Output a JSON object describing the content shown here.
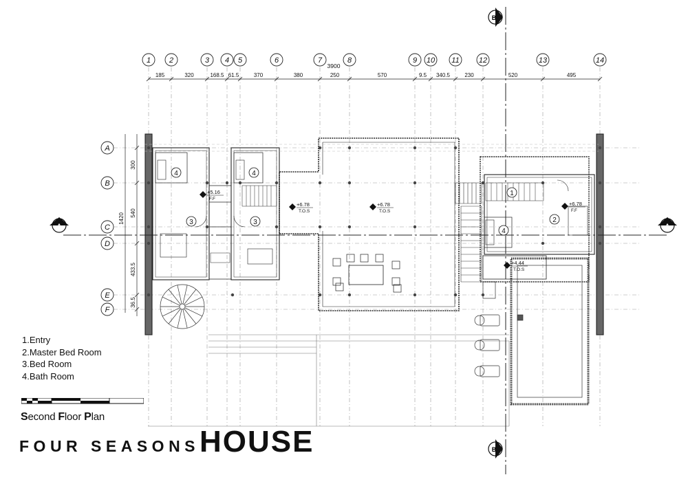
{
  "grid_columns": [
    "1",
    "2",
    "3",
    "4",
    "5",
    "6",
    "7",
    "8",
    "9",
    "10",
    "11",
    "12",
    "13",
    "14"
  ],
  "grid_rows": [
    "A",
    "B",
    "C",
    "D",
    "E",
    "F"
  ],
  "overall_dimension": "3900",
  "column_dimensions": [
    "185",
    "320",
    "168.5",
    "61.5",
    "370",
    "380",
    "250",
    "570",
    "9.5",
    "340.5",
    "230",
    "520",
    "495"
  ],
  "row_overall_dimension": "1420",
  "row_dimensions": [
    "300",
    "540",
    "433.5",
    "36.5"
  ],
  "section_markers": {
    "a": "A",
    "b": "B"
  },
  "levels": [
    {
      "value": "+5.16",
      "note": "F.F"
    },
    {
      "value": "+6.78",
      "note": "T.O.S"
    },
    {
      "value": "+6.78",
      "note": "T.O.S"
    },
    {
      "value": "+6.78",
      "note": "F.F"
    },
    {
      "value": "+4.44",
      "note": "T.O.S"
    }
  ],
  "room_tags": [
    "4",
    "4",
    "3",
    "3",
    "1",
    "2",
    "4"
  ],
  "legend": [
    "1.Entry",
    "2.Master Bed Room",
    "3.Bed Room",
    "4.Bath Room"
  ],
  "subtitle": {
    "cap1": "S",
    "rest1": "econd ",
    "cap2": "F",
    "rest2": "loor ",
    "cap3": "P",
    "rest3": "lan"
  },
  "title": {
    "light": "FOUR SEASONS",
    "heavy": "HOUSE"
  }
}
